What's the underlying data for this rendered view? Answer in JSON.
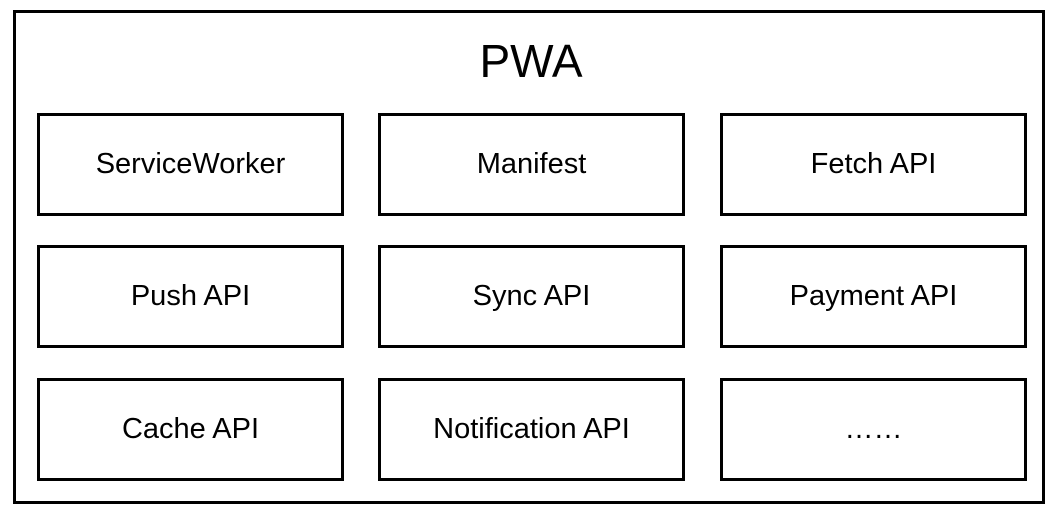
{
  "title": "PWA",
  "boxes": [
    "ServiceWorker",
    "Manifest",
    "Fetch API",
    "Push API",
    "Sync API",
    "Payment API",
    "Cache API",
    "Notification API",
    "……"
  ]
}
